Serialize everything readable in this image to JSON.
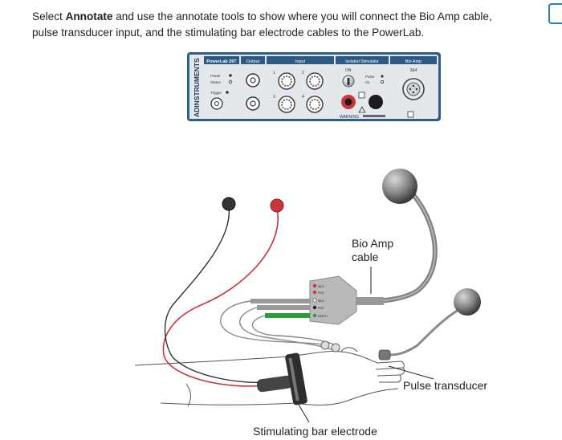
{
  "question": {
    "prefix": "Select ",
    "bold": "Annotate",
    "suffix": " and use the annotate tools to show where you will connect the Bio Amp cable, pulse transducer input, and the stimulating bar electrode cables to the PowerLab."
  },
  "device": {
    "brand": "ADINSTRUMENTS",
    "model": "PowerLab 26T",
    "sections": {
      "output": "Output",
      "input": "Input",
      "isolated_stimulator": "Isolated Stimulator",
      "bio_amp": "Bio Amp",
      "bio_amp_channels": "3&4"
    },
    "indicators": {
      "power": "Power",
      "status": "Status",
      "trigger": "Trigger",
      "on": "ON",
      "pulse": "Pulse",
      "mode": "OL"
    },
    "input_numbers": [
      "1",
      "2",
      "3",
      "4"
    ],
    "warning": "WARNING"
  },
  "labels": {
    "bio_amp": "Bio Amp",
    "cable": "cable",
    "pulse_transducer": "Pulse transducer",
    "stimulating_bar": "Stimulating bar electrode"
  },
  "cable_pins": [
    "NEG",
    "POS",
    "NEG",
    "POS",
    "EARTH"
  ],
  "colors": {
    "device_panel": "#dfe3e8",
    "device_border": "#5a7fa6",
    "stim_red": "#c8353b",
    "cable_grey": "#8e8e8e"
  }
}
